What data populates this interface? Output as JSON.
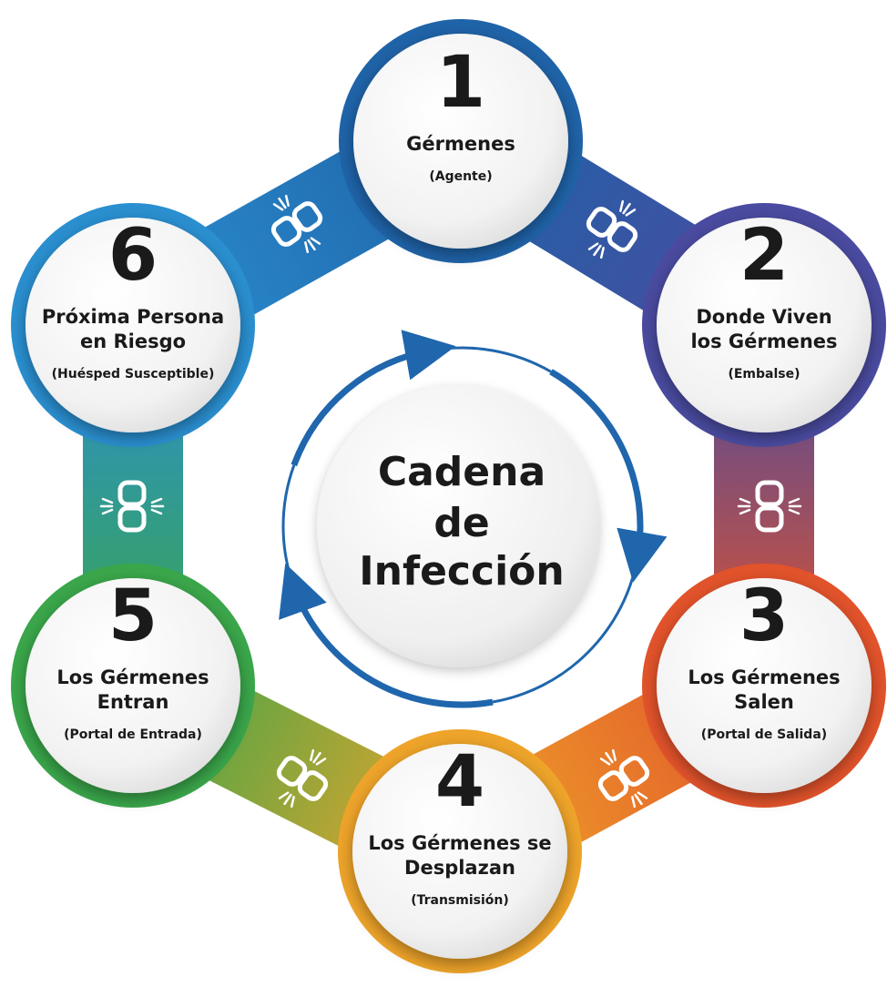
{
  "center": {
    "lines": [
      "Cadena",
      "de",
      "Infección"
    ]
  },
  "stages": [
    {
      "number": "1",
      "title_lines": [
        "Gérmenes"
      ],
      "subtitle": "(Agente)",
      "color": "#1f63a8"
    },
    {
      "number": "2",
      "title_lines": [
        "Donde Viven",
        "los Gérmenes"
      ],
      "subtitle": "(Embalse)",
      "color": "#4a4ba0"
    },
    {
      "number": "3",
      "title_lines": [
        "Los Gérmenes",
        "Salen"
      ],
      "subtitle": "(Portal de Salida)",
      "color": "#e2532b"
    },
    {
      "number": "4",
      "title_lines": [
        "Los Gérmenes se",
        "Desplazan"
      ],
      "subtitle": "(Transmisión)",
      "color": "#eea42a"
    },
    {
      "number": "5",
      "title_lines": [
        "Los Gérmenes",
        "Entran"
      ],
      "subtitle": "(Portal de Entrada)",
      "color": "#3aa64a"
    },
    {
      "number": "6",
      "title_lines": [
        "Próxima Persona",
        "en Riesgo"
      ],
      "subtitle": "(Huésped Susceptible)",
      "color": "#2a8fd0"
    }
  ],
  "colors": {
    "arrow": "#1f66ad",
    "link_icon": "#ffffff",
    "circle_fill": "#f4f4f4"
  },
  "icons": [
    "broken-link-icon"
  ]
}
